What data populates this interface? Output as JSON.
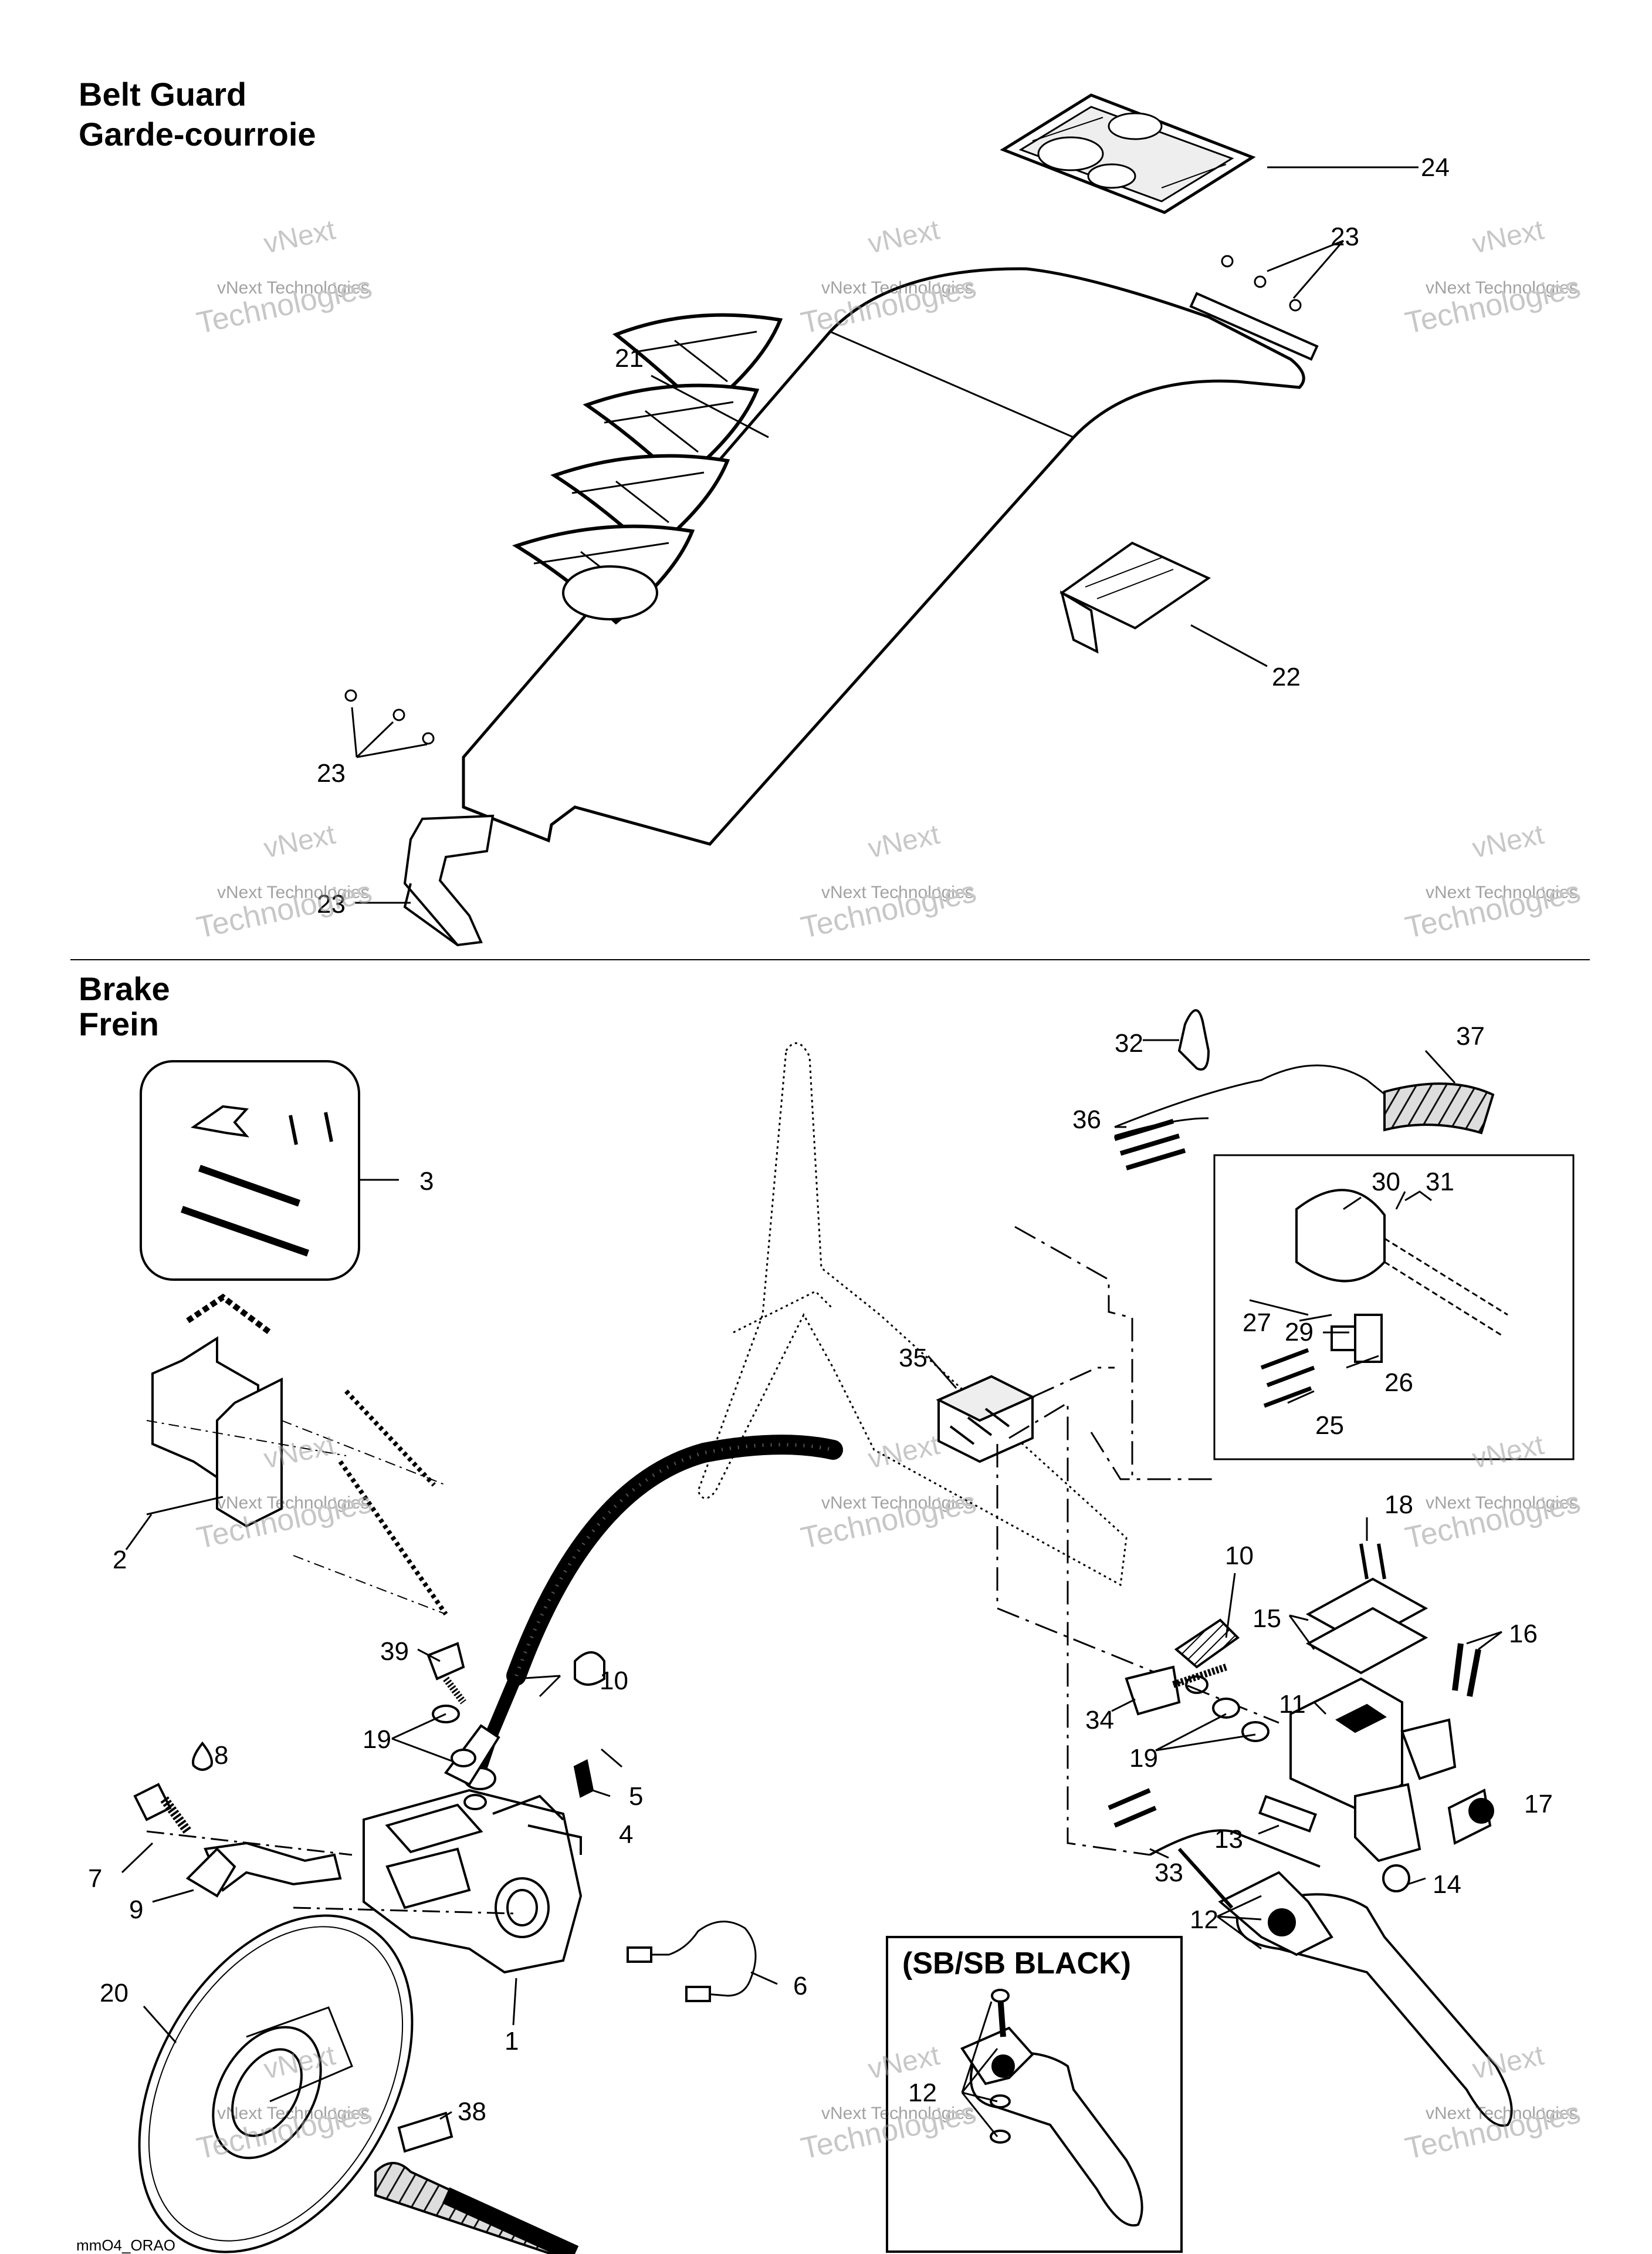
{
  "sections": [
    {
      "title_en": "Belt Guard",
      "title_fr": "Garde-courroie"
    },
    {
      "title_en": "Brake",
      "title_fr": "Frein"
    }
  ],
  "inset_label": "(SB/SB BLACK)",
  "watermark": {
    "line1": "vNext",
    "line2": "vNext Technologies",
    "line3": "Technologies"
  },
  "callouts": {
    "c24": "24",
    "c23a": "23",
    "c21": "21",
    "c22": "22",
    "c23b": "23",
    "c23c": "23",
    "c3": "3",
    "c2": "2",
    "c32": "32",
    "c37": "37",
    "c36": "36",
    "c30": "30",
    "c31": "31",
    "c27": "27",
    "c29": "29",
    "c26": "26",
    "c25": "25",
    "c35": "35",
    "c18": "18",
    "c10a": "10",
    "c15": "15",
    "c16": "16",
    "c39": "39",
    "c10b": "10",
    "c19a": "19",
    "c34": "34",
    "c11": "11",
    "c19b": "19",
    "c8": "8",
    "c5": "5",
    "c4": "4",
    "c17": "17",
    "c7": "7",
    "c13": "13",
    "c33": "33",
    "c14": "14",
    "c9": "9",
    "c12a": "12",
    "c6": "6",
    "c20": "20",
    "c1": "1",
    "c12b": "12",
    "c38": "38"
  },
  "footer_code": "mmO4_ORAO"
}
